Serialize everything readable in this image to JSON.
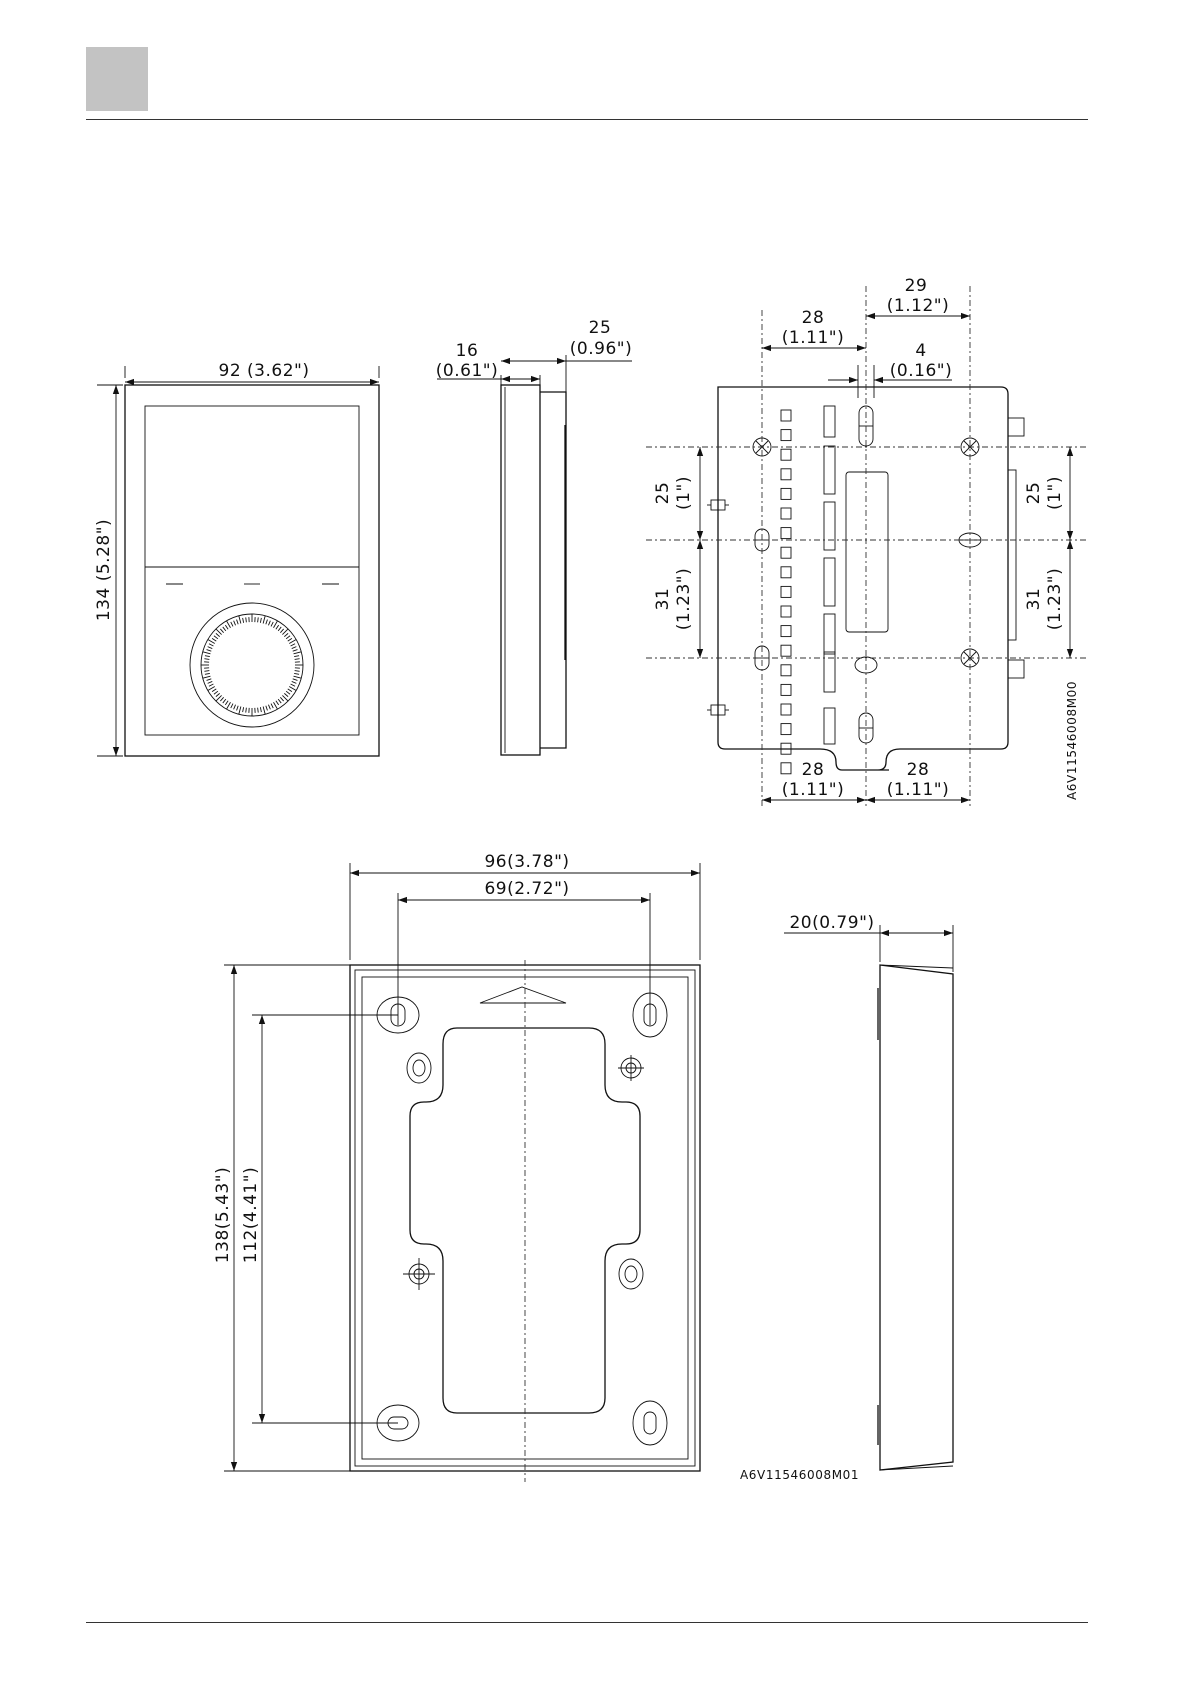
{
  "colors": {
    "line": "#111111",
    "header_tab": "#c3c3c3",
    "background": "#ffffff"
  },
  "top_views": {
    "front": {
      "width": "92 (3.62\")",
      "height": "134 (5.28\")"
    },
    "side": {
      "depth_body": "16",
      "depth_body_in": "(0.61\")",
      "depth_total": "25",
      "depth_total_in": "(0.96\")"
    },
    "mounting": {
      "top_left": "28",
      "top_left_in": "(1.11\")",
      "top_right": "29",
      "top_right_in": "(1.12\")",
      "gap": "4",
      "gap_in": "(0.16\")",
      "left_upper": "25",
      "left_upper_in": "(1\")",
      "left_lower": "31",
      "left_lower_in": "(1.23\")",
      "right_upper": "25",
      "right_upper_in": "(1\")",
      "right_lower": "31",
      "right_lower_in": "(1.23\")",
      "bottom_left": "28",
      "bottom_left_in": "(1.11\")",
      "bottom_right": "28",
      "bottom_right_in": "(1.11\")",
      "drawing_code": "A6V11546008M00"
    }
  },
  "bottom_views": {
    "base_width": "96(3.78\")",
    "hole_spacing": "69(2.72\")",
    "base_height": "138(5.43\")",
    "hole_vertical": "112(4.41\")",
    "base_depth": "20(0.79\")",
    "drawing_code": "A6V11546008M01"
  }
}
